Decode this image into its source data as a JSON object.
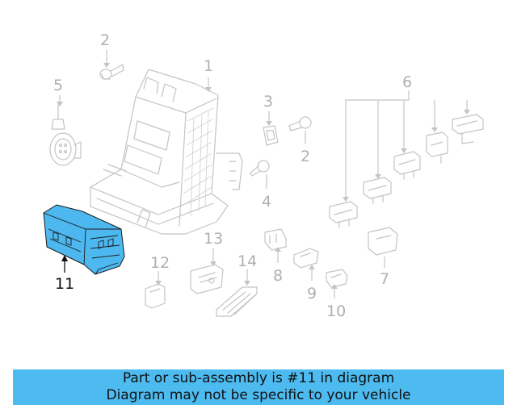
{
  "callouts": {
    "c1": "1",
    "c2a": "2",
    "c2b": "2",
    "c3": "3",
    "c4": "4",
    "c5": "5",
    "c6": "6",
    "c7": "7",
    "c8": "8",
    "c9": "9",
    "c10": "10",
    "c11": "11",
    "c12": "12",
    "c13": "13",
    "c14": "14"
  },
  "highlight_part": "11",
  "colors": {
    "highlight_fill": "#4db8f0",
    "banner": "#4dbbf0",
    "line_art": "#c4c4c4"
  },
  "banner": {
    "line1": "Part or sub-assembly is #11 in diagram",
    "line2": "Diagram may not be specific to your vehicle"
  }
}
